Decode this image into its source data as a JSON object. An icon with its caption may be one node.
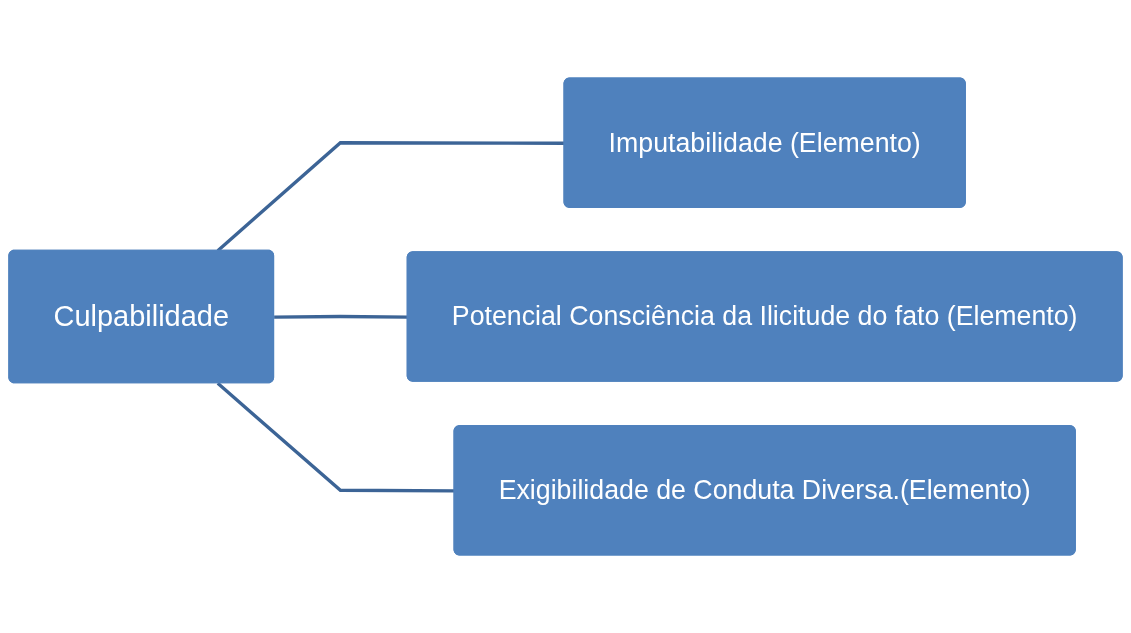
{
  "diagram": {
    "nodes": [
      {
        "text": [
          "Culpabilidade"
        ]
      },
      {
        "text": [
          "Imputabilidade (Elemento)"
        ]
      },
      {
        "text": [
          "Potencial Consciência da Ilicitude do fato (Elemento)"
        ]
      },
      {
        "text": [
          "Exigibilidade de Conduta Diversa.(Elemento)"
        ]
      }
    ],
    "edges": [
      {
        "from": 0,
        "to": 1,
        "arrow": "none"
      },
      {
        "from": 0,
        "to": 2,
        "arrow": "none"
      },
      {
        "from": 0,
        "to": 3,
        "arrow": "none"
      }
    ]
  }
}
